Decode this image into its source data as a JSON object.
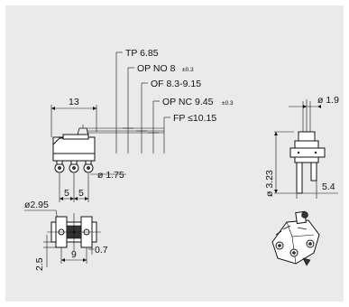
{
  "labels": {
    "tp": "TP 6.85",
    "op_no": "OP NO 8",
    "op_no_tol": "±0.3",
    "of": "OF 8.3-9.15",
    "op_nc": "OP NC 9.45",
    "op_nc_tol": "±0.3",
    "fp": "FP ≤10.15",
    "width_13": "13",
    "pin_spacing_a": "5",
    "pin_spacing_b": "5",
    "hole_dia": "ø 1.75",
    "dia_295": "ø2.95",
    "dim_25": "2.5",
    "dim_9": "9",
    "dim_07": "0.7",
    "dia_19": "ø 1.9",
    "dim_323": "ø 3.23",
    "dim_54": "5.4"
  },
  "colors": {
    "background": "#eaeaea",
    "line": "#111111"
  }
}
